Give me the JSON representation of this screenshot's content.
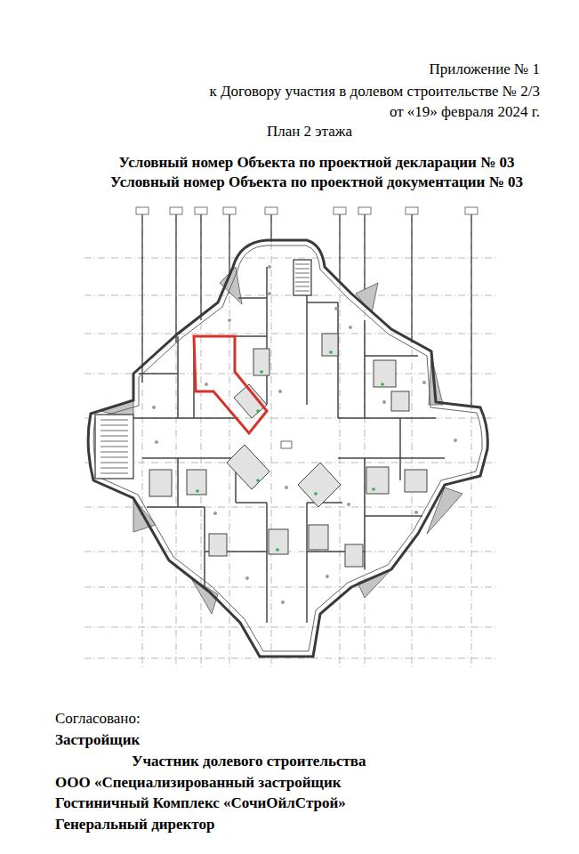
{
  "diagram": {
    "labels": [
      "Приложение № 1",
      "к Договору участия в долевом строительстве № 2/3",
      "от «19» февраля 2024 г.",
      "План 2 этажа",
      "Условный номер Объекта по проектной декларации № 03",
      "Условный номер Объекта по проектной документации № 03",
      "Согласовано:",
      "Застройщик",
      "Участник долевого строительства",
      "ООО «Специализированный застройщик",
      "Гостиничный Комплекс «СочиОйлСтрой»",
      "Генеральный директор"
    ]
  }
}
